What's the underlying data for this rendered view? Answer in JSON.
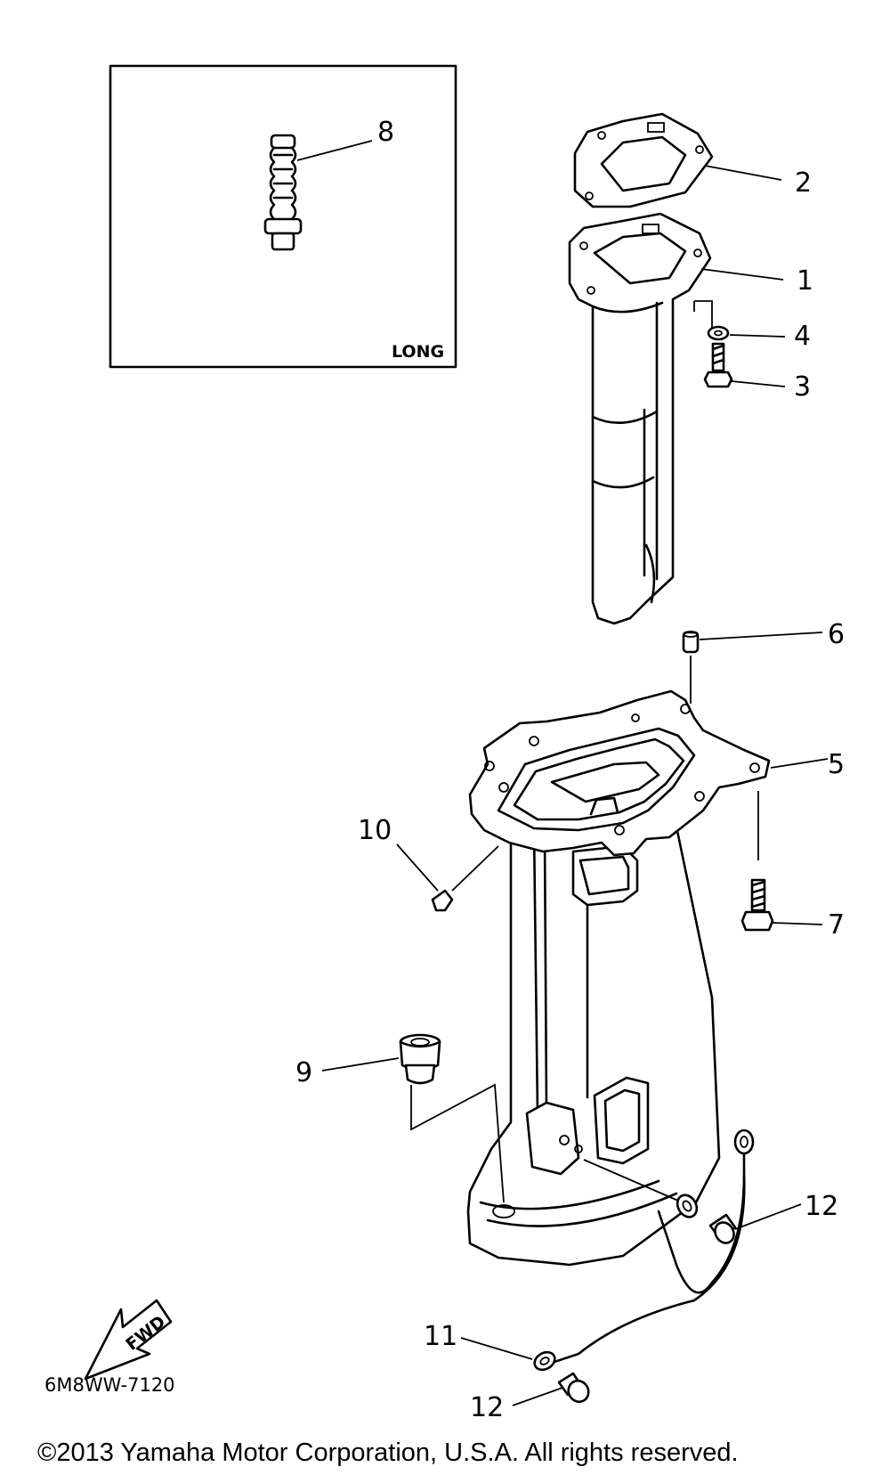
{
  "inset": {
    "label": "LONG"
  },
  "callouts": [
    {
      "id": "1",
      "text": "1"
    },
    {
      "id": "2",
      "text": "2"
    },
    {
      "id": "3",
      "text": "3"
    },
    {
      "id": "4",
      "text": "4"
    },
    {
      "id": "5",
      "text": "5"
    },
    {
      "id": "6",
      "text": "6"
    },
    {
      "id": "7",
      "text": "7"
    },
    {
      "id": "8",
      "text": "8"
    },
    {
      "id": "9",
      "text": "9"
    },
    {
      "id": "10",
      "text": "10"
    },
    {
      "id": "11",
      "text": "11"
    },
    {
      "id": "12a",
      "text": "12"
    },
    {
      "id": "12b",
      "text": "12"
    }
  ],
  "fwd_arrow": {
    "label": "FWD"
  },
  "diagram_code": "6M8WW-7120",
  "copyright": "©2013 Yamaha Motor Corporation, U.S.A. All rights reserved."
}
